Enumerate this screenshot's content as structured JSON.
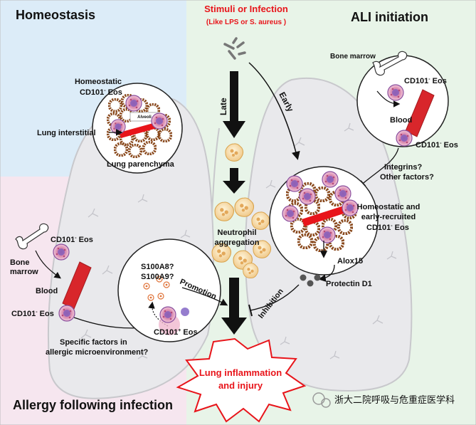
{
  "quadrants": {
    "homeostasis": "Homeostasis",
    "ali_initiation": "ALI initiation",
    "allergy": "Allergy following infection"
  },
  "stimuli": {
    "title": "Stimuli or Infection",
    "subtitle": "(Like LPS or S. aureus )"
  },
  "arrows": {
    "late": "Late",
    "early": "Early",
    "promotion": "Promotion",
    "inhibition": "Inhibition"
  },
  "homeostasis_circle": {
    "homeostatic": "Homeostatic",
    "cd101_eos": "CD101",
    "cd101_sup": "-",
    "eos": " Eos",
    "alveoli": "Alveoli",
    "lung_interstitial": "Lung interstitial",
    "lung_parenchyma": "Lung parenchyma"
  },
  "ali_circle": {
    "bone_marrow": "Bone marrow",
    "cd101_eos_top": "CD101",
    "sup_top": "-",
    "eos_top": " Eos",
    "blood": "Blood",
    "cd101_eos_bottom": "CD101",
    "sup_bottom": "-",
    "eos_bottom": " Eos",
    "integrins_1": "Integrins?",
    "integrins_2": "Other factors?",
    "recruit_1": "Homeostatic and",
    "recruit_2": "early-recruited",
    "recruit_3": "CD101",
    "recruit_sup": "-",
    "recruit_eos": " Eos",
    "alox15": "Alox15",
    "protectin": "Protectin D1"
  },
  "neutrophil": {
    "line1": "Neutrophil",
    "line2": "aggregation"
  },
  "allergy_panel": {
    "cd101_eos_top": "CD101",
    "sup_top": "-",
    "eos_top": " Eos",
    "bone": "Bone",
    "marrow": "marrow",
    "blood": "Blood",
    "cd101_eos_bottom": "CD101",
    "sup_bottom": "-",
    "eos_bottom": " Eos",
    "s100a8": "S100A8?",
    "s100a9": "S100A9?",
    "cd101_plus": "CD101",
    "plus_sup": "+",
    "plus_eos": " Eos",
    "specific_1": "Specific factors in",
    "specific_2": "allergic microenvironment?"
  },
  "outcome": {
    "line1": "Lung inflammation",
    "line2": "and injury"
  },
  "watermark": "浙大二院呼吸与危重症医学科",
  "colors": {
    "homeostasis_bg": "#dcecf8",
    "ali_bg": "#e4f3e4",
    "allergy_bg": "#f6e6ef",
    "accent_red": "#e8141a",
    "lung_fill": "#e9e9ec"
  }
}
